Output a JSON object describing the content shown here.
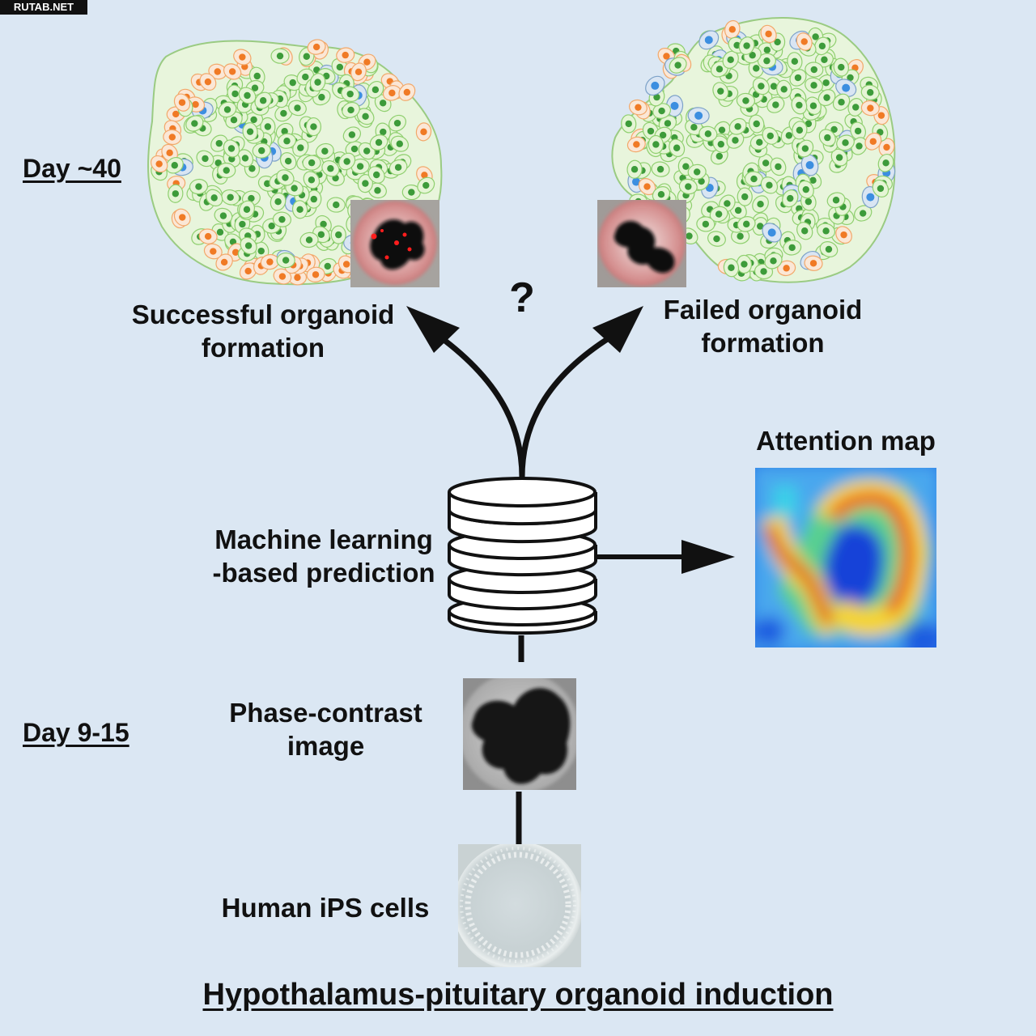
{
  "watermark": "RUTAB.NET",
  "labels": {
    "day_late": "Day ~40",
    "day_early": "Day 9-15",
    "success_line1": "Successful organoid",
    "success_line2": "formation",
    "failed_line1": "Failed organoid",
    "failed_line2": "formation",
    "question": "?",
    "attention": "Attention map",
    "ml_line1": "Machine learning",
    "ml_line2": "-based prediction",
    "phase_line1": "Phase-contrast",
    "phase_line2": "image",
    "ips": "Human iPS cells",
    "title": "Hypothalamus-pituitary organoid induction"
  },
  "colors": {
    "background": "#dbe7f3",
    "cell_green_fill": "#e5f5d5",
    "cell_green_nucleus": "#3d9b3a",
    "cell_orange_nucleus": "#f07a25",
    "cell_blue_nucleus": "#3c8ee0",
    "stroke": "#111111"
  }
}
